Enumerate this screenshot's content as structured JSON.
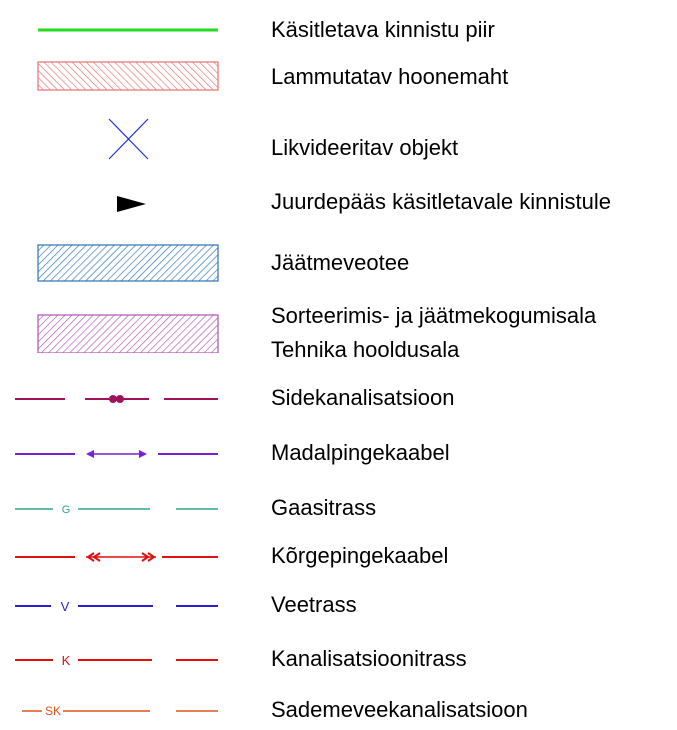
{
  "legend": {
    "items": [
      {
        "id": "boundary",
        "label": "Käsitletava kinnistu piir",
        "symbol": "solid-line",
        "color": "#22dd22"
      },
      {
        "id": "demolish",
        "label": "Lammutatav hoonemaht",
        "symbol": "hatched-box",
        "color": "#e87070"
      },
      {
        "id": "liquidate",
        "label": "Likvideeritav objekt",
        "symbol": "cross",
        "color": "#2233dd"
      },
      {
        "id": "access",
        "label": "Juurdepääs käsitletavale kinnistule",
        "symbol": "arrow-right",
        "color": "#000000"
      },
      {
        "id": "waste-road",
        "label": "Jäätmeveotee",
        "symbol": "hatched-box",
        "color": "#2a73b8"
      },
      {
        "id": "sorting-area",
        "label": "Sorteerimis- ja jäätmekogumisala",
        "label2": "Tehnika hooldusala",
        "symbol": "hatched-box",
        "color": "#b054b0"
      },
      {
        "id": "telecom",
        "label": "Sidekanalisatsioon",
        "symbol": "dashed-dots",
        "color": "#a0125a"
      },
      {
        "id": "low-voltage",
        "label": "Madalpingekaabel",
        "symbol": "line-double-arrow",
        "color": "#7a1fd6"
      },
      {
        "id": "gas",
        "label": "Gaasitrass",
        "symbol": "dashed-letter",
        "letter": "G",
        "color": "#2ea58a"
      },
      {
        "id": "high-voltage",
        "label": "Kõrgepingekaabel",
        "symbol": "line-double-chevron",
        "color": "#e01010"
      },
      {
        "id": "water",
        "label": "Veetrass",
        "symbol": "dashed-letter",
        "letter": "V",
        "color": "#2a1fcf"
      },
      {
        "id": "sewer",
        "label": "Kanalisatsioonitrass",
        "symbol": "dashed-letter",
        "letter": "K",
        "color": "#e01010"
      },
      {
        "id": "storm-sewer",
        "label": "Sademeveekanalisatsioon",
        "symbol": "dashed-letter",
        "letter": "SK",
        "color": "#e0501a"
      }
    ]
  }
}
